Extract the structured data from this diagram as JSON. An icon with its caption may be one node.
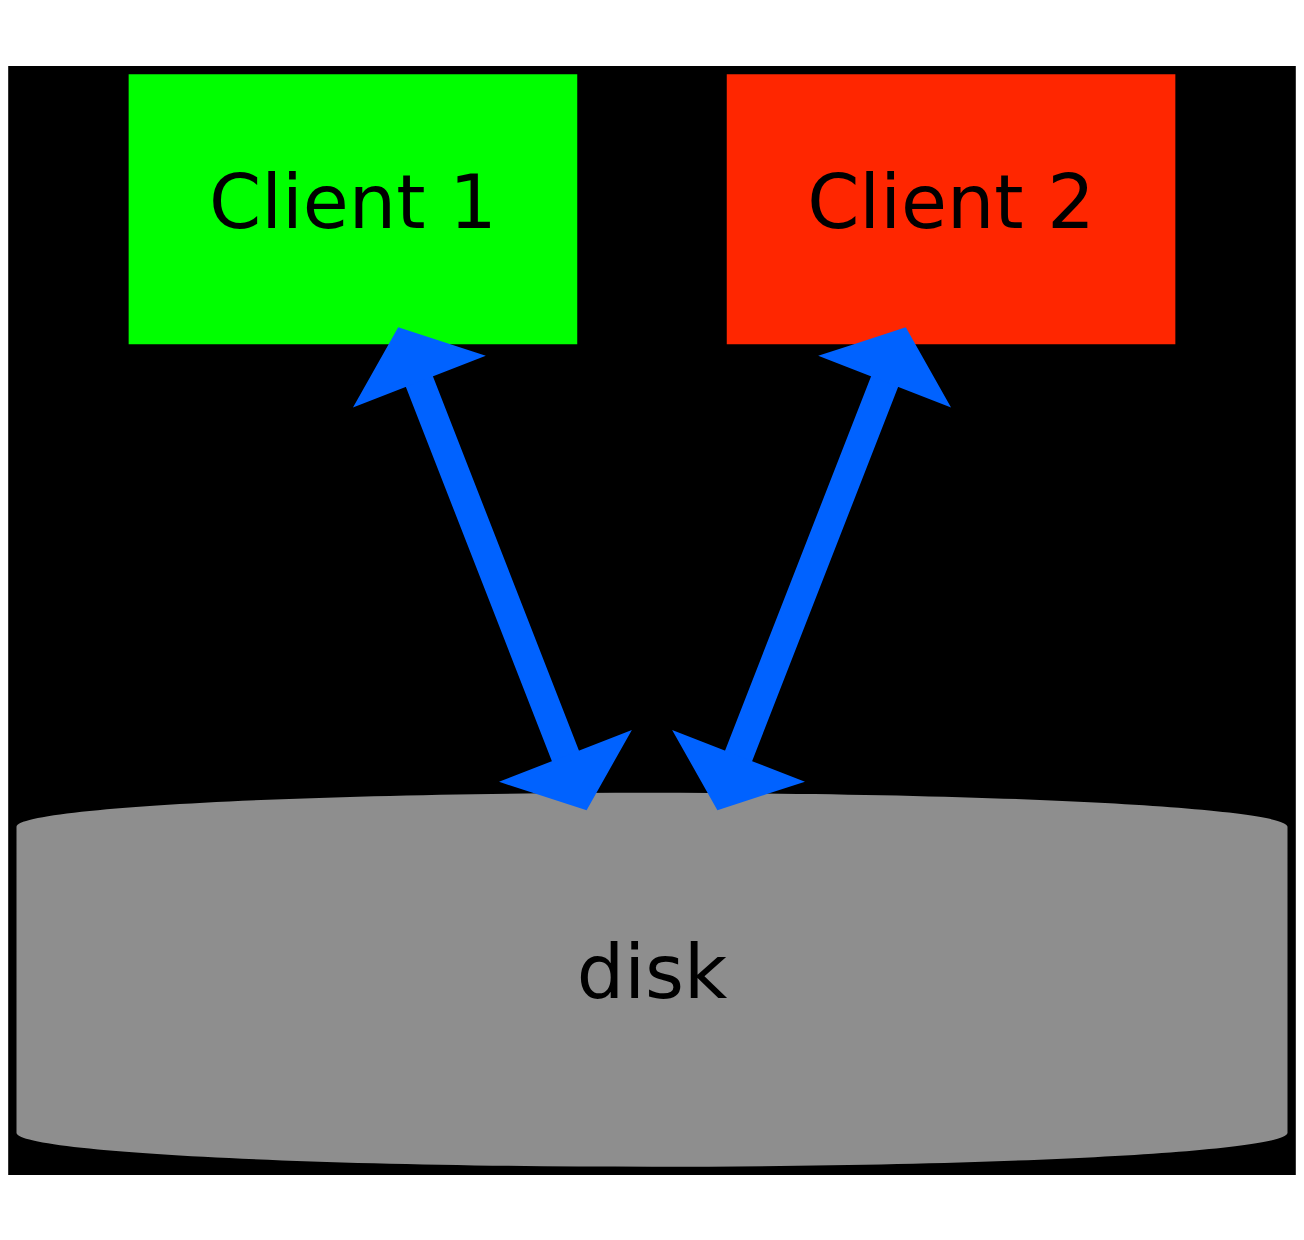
{
  "diagram": {
    "nodes": [
      {
        "text": [
          "Client 1"
        ]
      },
      {
        "text": [
          "Client 2"
        ]
      },
      {
        "text": [
          "disk"
        ]
      }
    ],
    "edges": [
      {
        "from": 0,
        "to": 2,
        "arrow": "both"
      },
      {
        "from": 1,
        "to": 2,
        "arrow": "both"
      }
    ]
  }
}
